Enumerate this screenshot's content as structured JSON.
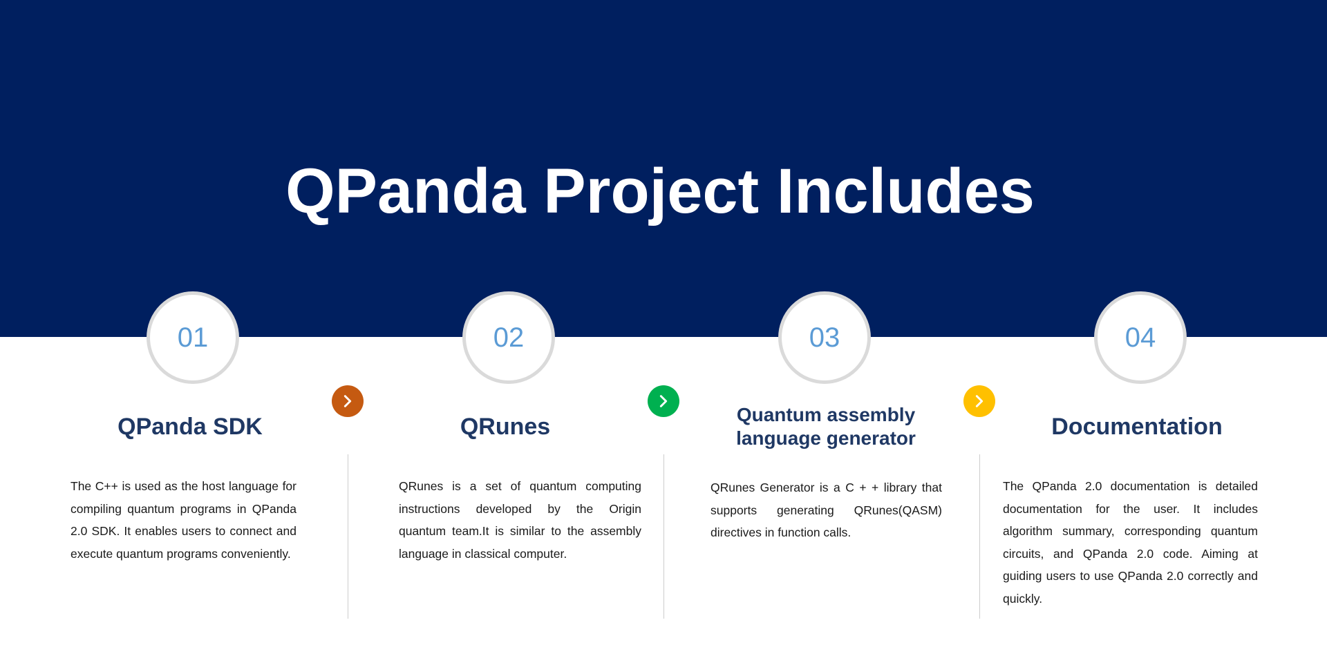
{
  "hero": {
    "title": "QPanda Project Includes",
    "background_color": "#001f5f"
  },
  "colors": {
    "number_color": "#5b9bd5",
    "circle_border": "#dadada",
    "title_color": "#1f3864",
    "text_color": "#1a1a1a",
    "divider_color": "#cccccc"
  },
  "steps": [
    {
      "number": "01",
      "title": "QPanda SDK",
      "description": "The C++ is used as the host language for compiling quantum programs in QPanda 2.0 SDK. It enables users to connect and execute quantum programs conveniently."
    },
    {
      "number": "02",
      "title": "QRunes",
      "description": "QRunes is a set of quantum computing instructions developed by the Origin quantum team.It is similar to the assembly language in classical computer."
    },
    {
      "number": "03",
      "title": "Quantum assembly language generator",
      "description": "QRunes Generator is a C + + library that supports generating QRunes(QASM) directives in function calls."
    },
    {
      "number": "04",
      "title": "Documentation",
      "description": "The QPanda 2.0 documentation is detailed documentation for the user. It includes algorithm summary, corresponding quantum circuits, and QPanda 2.0 code. Aiming at guiding users to use QPanda 2.0 correctly and quickly."
    }
  ],
  "arrows": [
    {
      "icon": "chevron-right-icon",
      "color": "#c55a11"
    },
    {
      "icon": "chevron-right-icon",
      "color": "#00b050"
    },
    {
      "icon": "chevron-right-icon",
      "color": "#ffc000"
    }
  ]
}
